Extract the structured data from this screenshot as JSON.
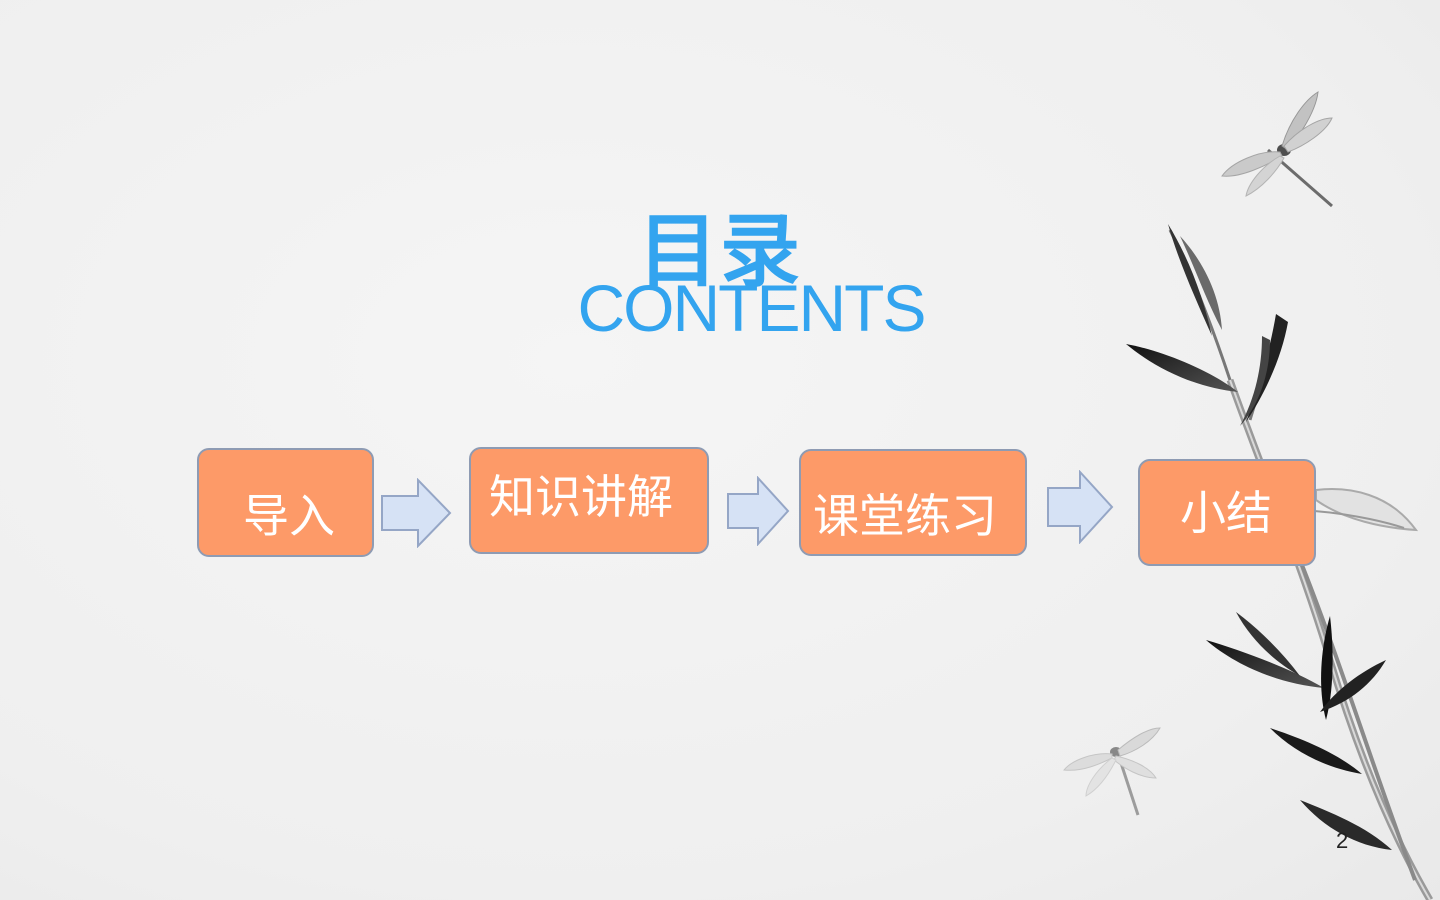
{
  "title": {
    "cn": "目录",
    "en": "CONTENTS"
  },
  "flow": {
    "steps": [
      {
        "label": "导入"
      },
      {
        "label": "知识讲解"
      },
      {
        "label": "课堂练习"
      },
      {
        "label": "小结"
      }
    ]
  },
  "page_number": "2",
  "colors": {
    "title": "#33a4ef",
    "box_fill": "#fd9a68",
    "box_border": "#8e9bb3",
    "arrow_fill": "#d6e2f5",
    "arrow_stroke": "#95a6c6"
  },
  "decoration": {
    "icons": [
      "dragonfly-icon",
      "bamboo-branch-icon"
    ]
  }
}
